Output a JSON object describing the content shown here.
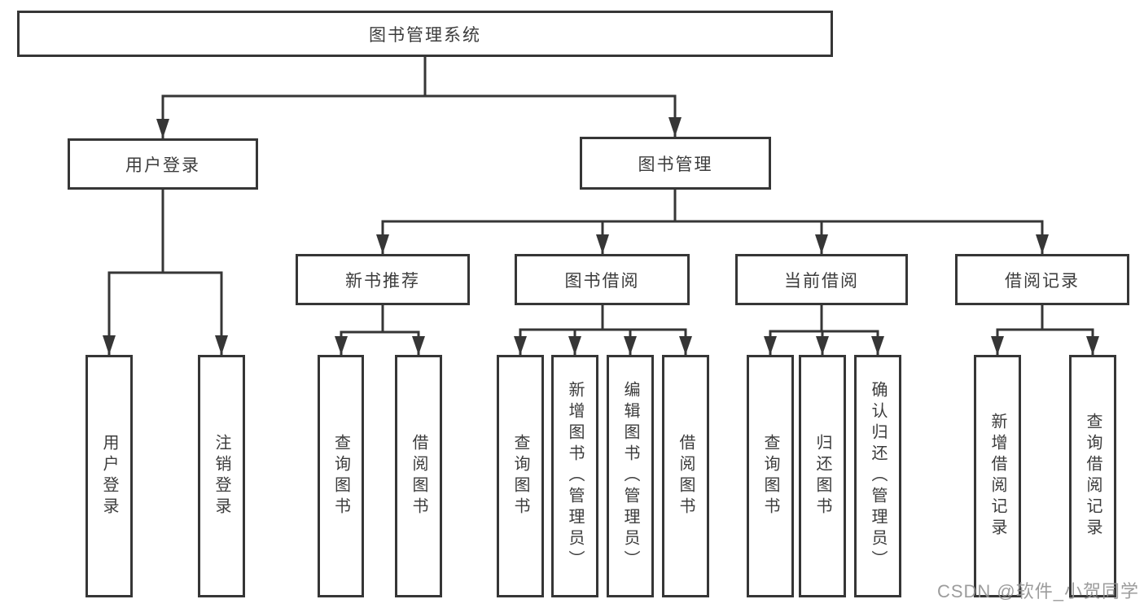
{
  "diagram": {
    "title": "图书管理系统",
    "branches": [
      {
        "label": "用户登录",
        "children": [
          "用户登录",
          "注销登录"
        ]
      },
      {
        "label": "图书管理",
        "sections": [
          {
            "label": "新书推荐",
            "children": [
              "查询图书",
              "借阅图书"
            ]
          },
          {
            "label": "图书借阅",
            "children": [
              "查询图书",
              "新增图书（管理员）",
              "编辑图书（管理员）",
              "借阅图书"
            ]
          },
          {
            "label": "当前借阅",
            "children": [
              "查询图书",
              "归还图书",
              "确认归还（管理员）"
            ]
          },
          {
            "label": "借阅记录",
            "children": [
              "新增借阅记录",
              "查询借阅记录"
            ]
          }
        ]
      }
    ]
  },
  "watermark": "CSDN @软件_小贺同学",
  "colors": {
    "line": "#363636",
    "text": "#3c3c3c",
    "background": "#ffffff",
    "watermark": "#919191"
  }
}
